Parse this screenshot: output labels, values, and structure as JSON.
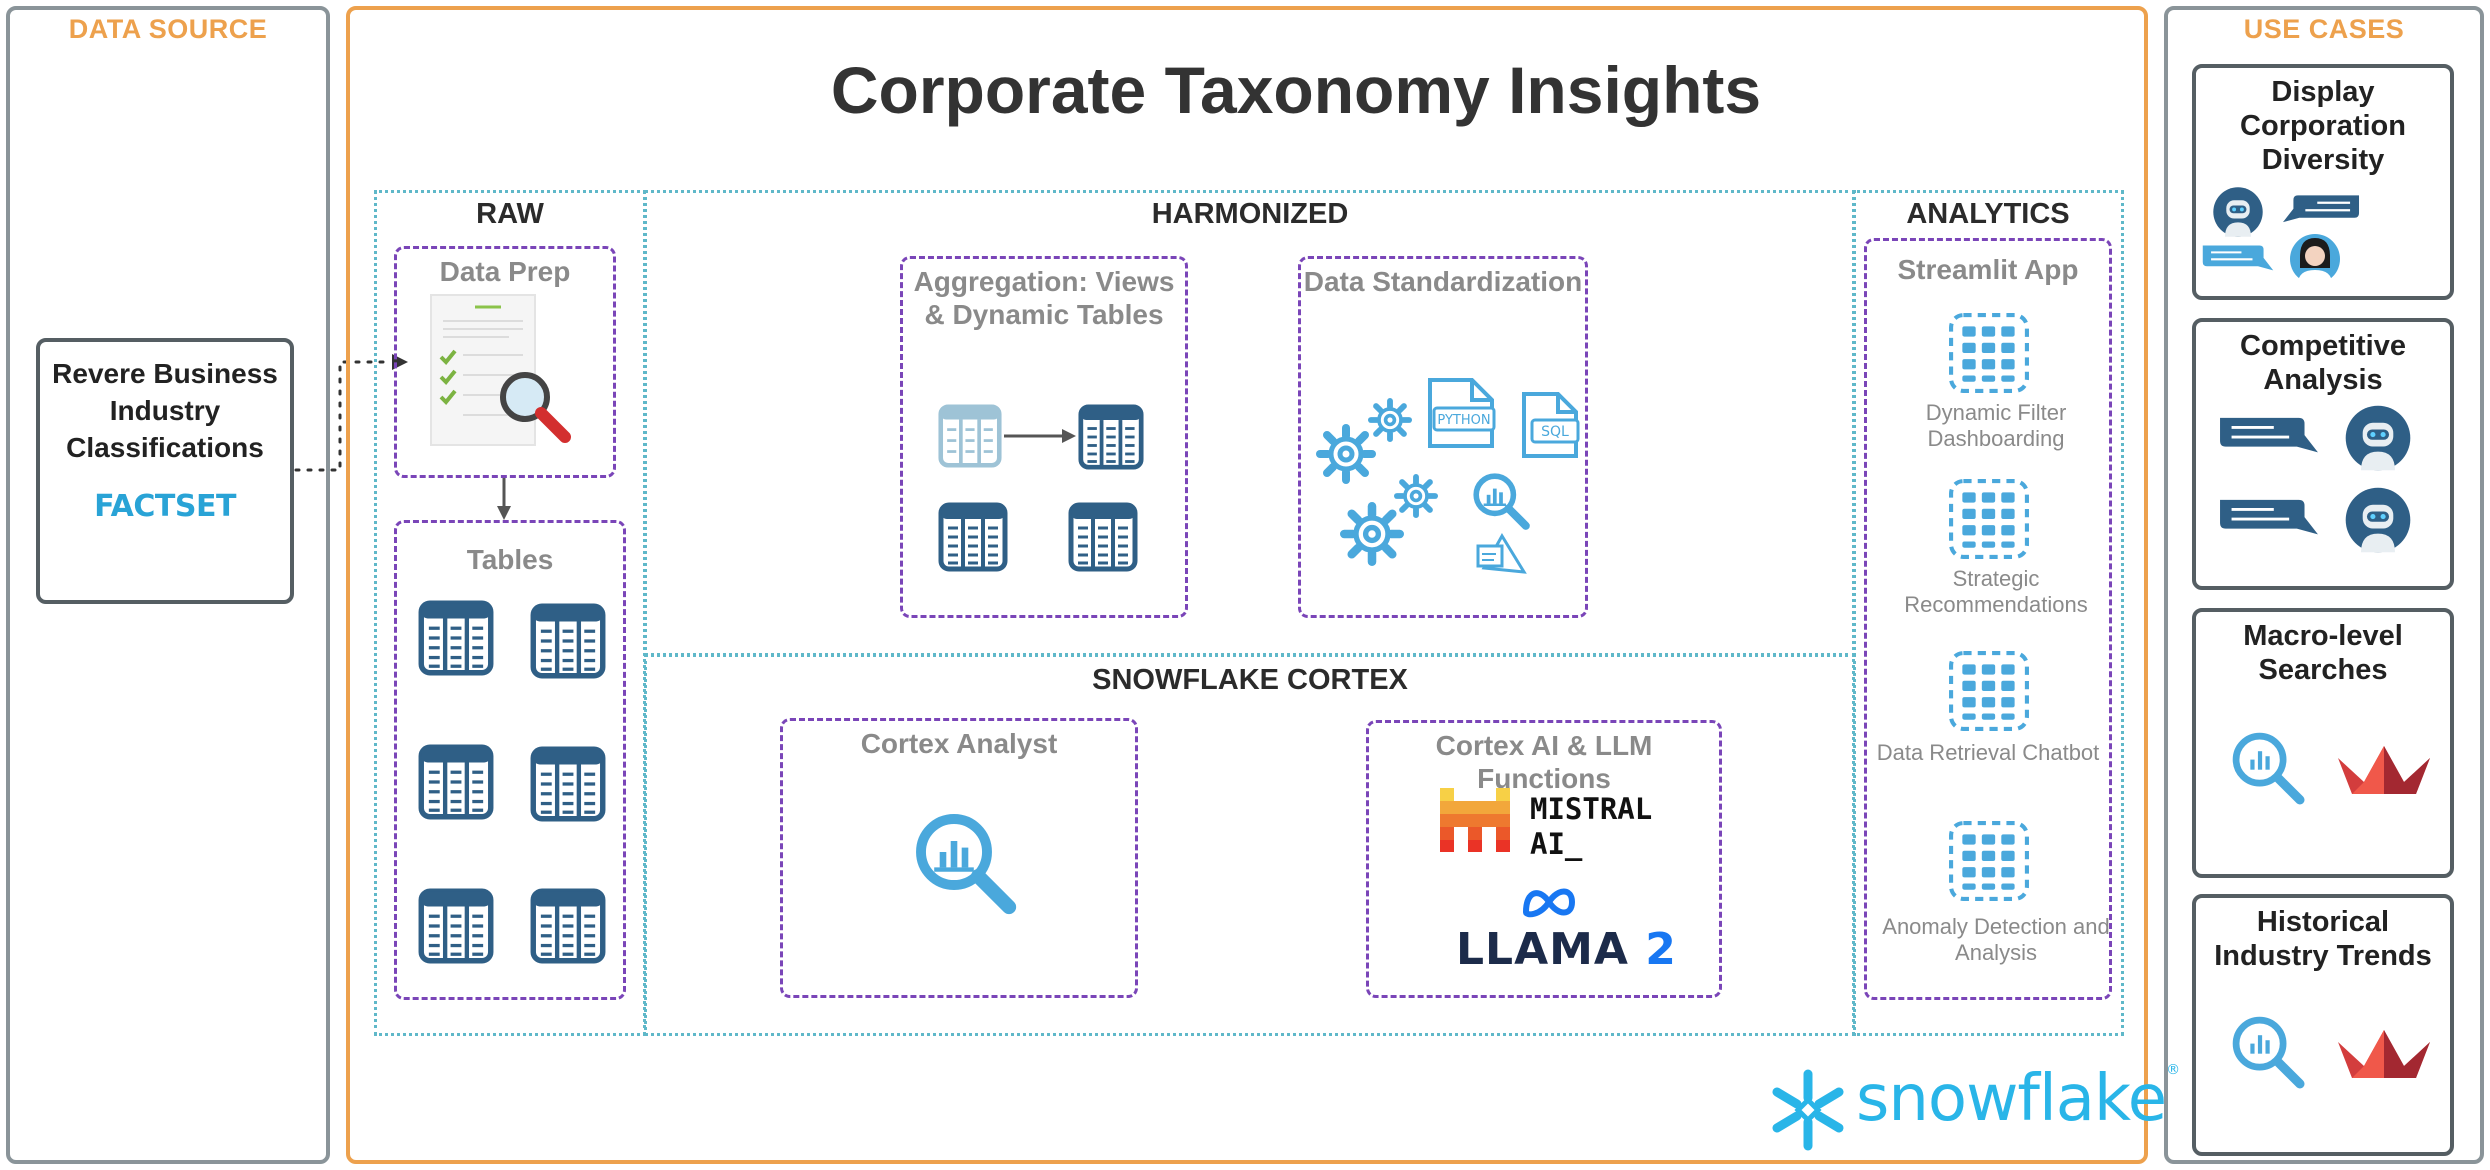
{
  "title": "Corporate Taxonomy Insights",
  "data_source": {
    "header": "DATA SOURCE",
    "card_title": "Revere Business Industry Classifications",
    "vendor_logo": "FACTSET"
  },
  "raw": {
    "header": "RAW",
    "data_prep_label": "Data Prep",
    "tables_label": "Tables"
  },
  "harmonized": {
    "header": "HARMONIZED",
    "aggregation_label": "Aggregation: Views & Dynamic Tables",
    "standardization_label": "Data Standardization",
    "file_labels": [
      "PYTHON",
      "SQL"
    ]
  },
  "cortex": {
    "header": "SNOWFLAKE CORTEX",
    "analyst_label": "Cortex Analyst",
    "llm_label": "Cortex AI & LLM Functions",
    "mistral_line1": "MISTRAL",
    "mistral_line2": "AI_",
    "llama_text": "LLAMA",
    "llama_num": "2"
  },
  "analytics": {
    "header": "ANALYTICS",
    "app_label": "Streamlit App",
    "apps": [
      "Dynamic Filter Dashboarding",
      "Strategic Recommendations",
      "Data Retrieval Chatbot",
      "Anomaly Detection and Analysis"
    ]
  },
  "use_cases": {
    "header": "USE CASES",
    "cards": [
      "Display Corporation Diversity",
      "Competitive Analysis",
      "Macro-level Searches",
      "Historical Industry Trends"
    ]
  },
  "brand": {
    "logo_text": "snowflake",
    "registered": "®"
  },
  "colors": {
    "accent_orange": "#eda14d",
    "border_gray": "#8a9499",
    "dotted_teal": "#5fb8c9",
    "dashed_purple": "#7a45b8",
    "icon_blue": "#4aa8dc",
    "table_navy": "#2f5f86",
    "snowflake_blue": "#29b5e8"
  },
  "icons": [
    "document-magnifier-icon",
    "table-icon",
    "gear-icon",
    "python-file-icon",
    "sql-file-icon",
    "analytics-search-icon",
    "mistral-logo",
    "meta-logo",
    "dashboard-grid-icon",
    "chat-bubble-icon",
    "robot-avatar-icon",
    "person-avatar-icon",
    "streamlit-logo",
    "snowflake-logo"
  ]
}
